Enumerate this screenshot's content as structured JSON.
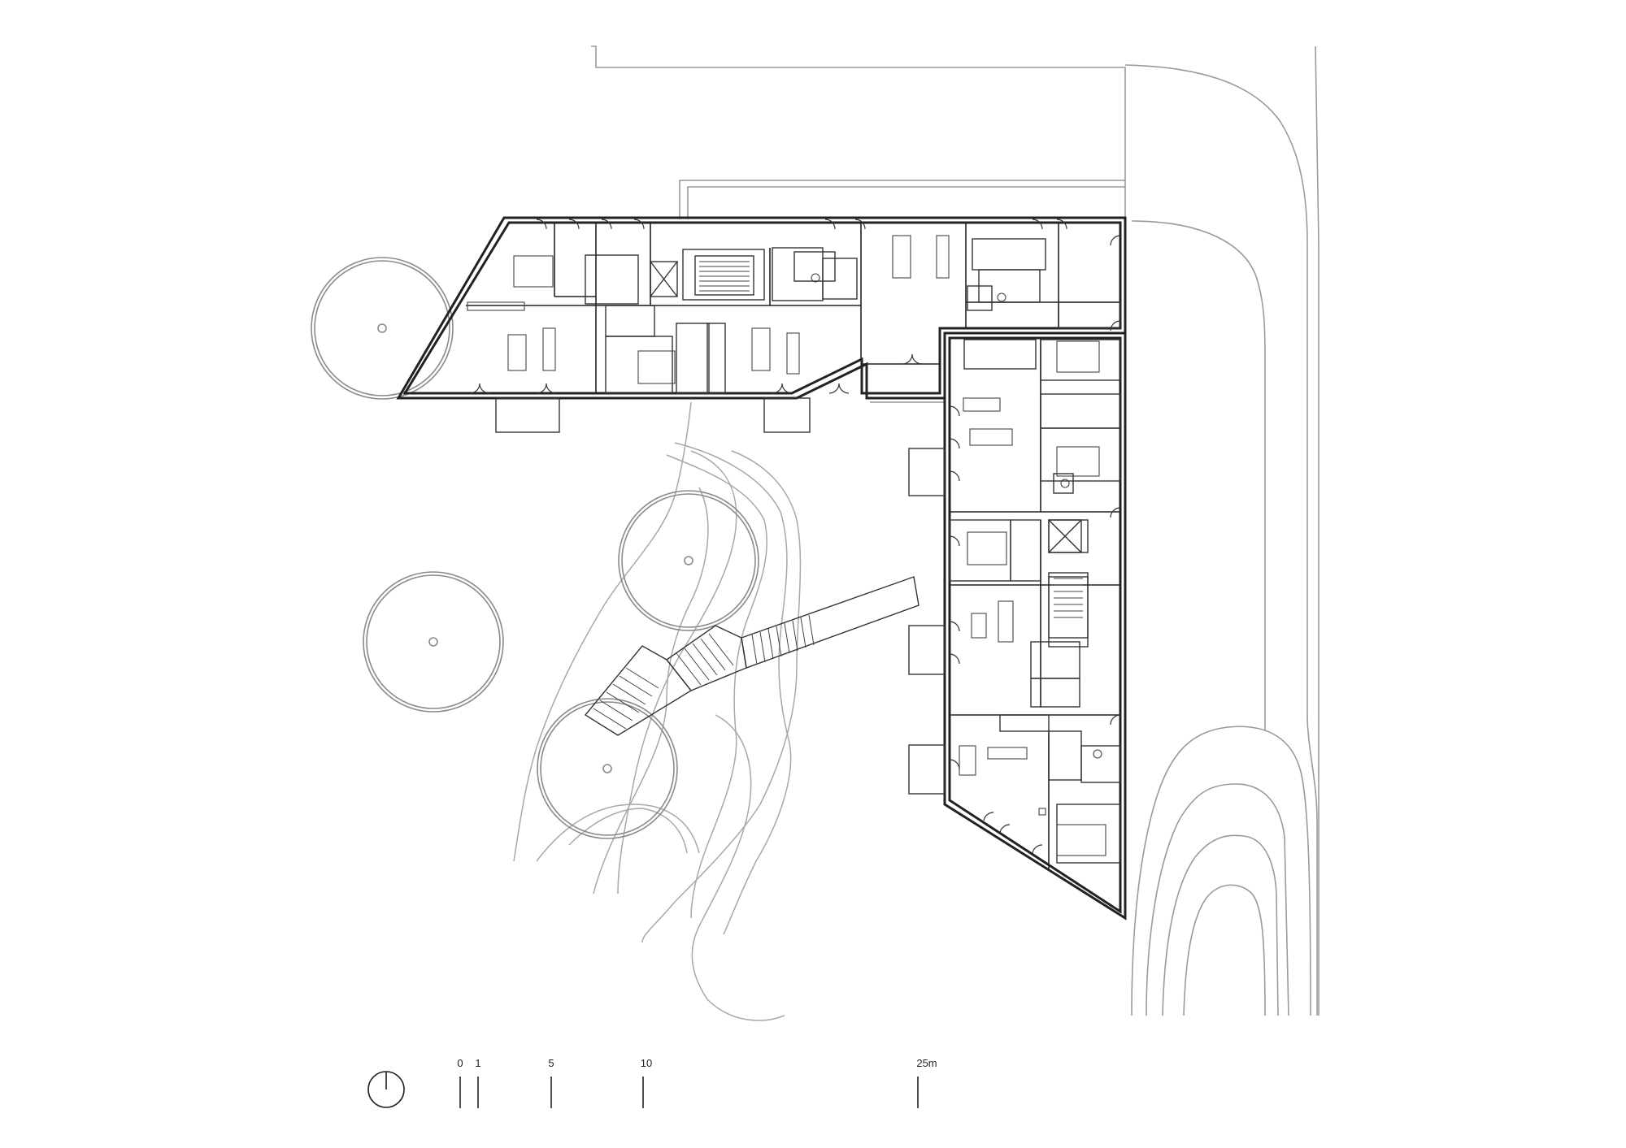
{
  "drawing": {
    "type": "architectural floor plan",
    "scale_bar": {
      "ticks": [
        {
          "label": "0",
          "value": 0
        },
        {
          "label": "1",
          "value": 1
        },
        {
          "label": "5",
          "value": 5
        },
        {
          "label": "10",
          "value": 10
        },
        {
          "label": "25m",
          "value": 25
        }
      ]
    },
    "north_arrow": "north-arrow-icon",
    "colors": {
      "walls": "#222222",
      "site_lines": "#9a9a9a",
      "contours": "#a8a8a8"
    }
  }
}
